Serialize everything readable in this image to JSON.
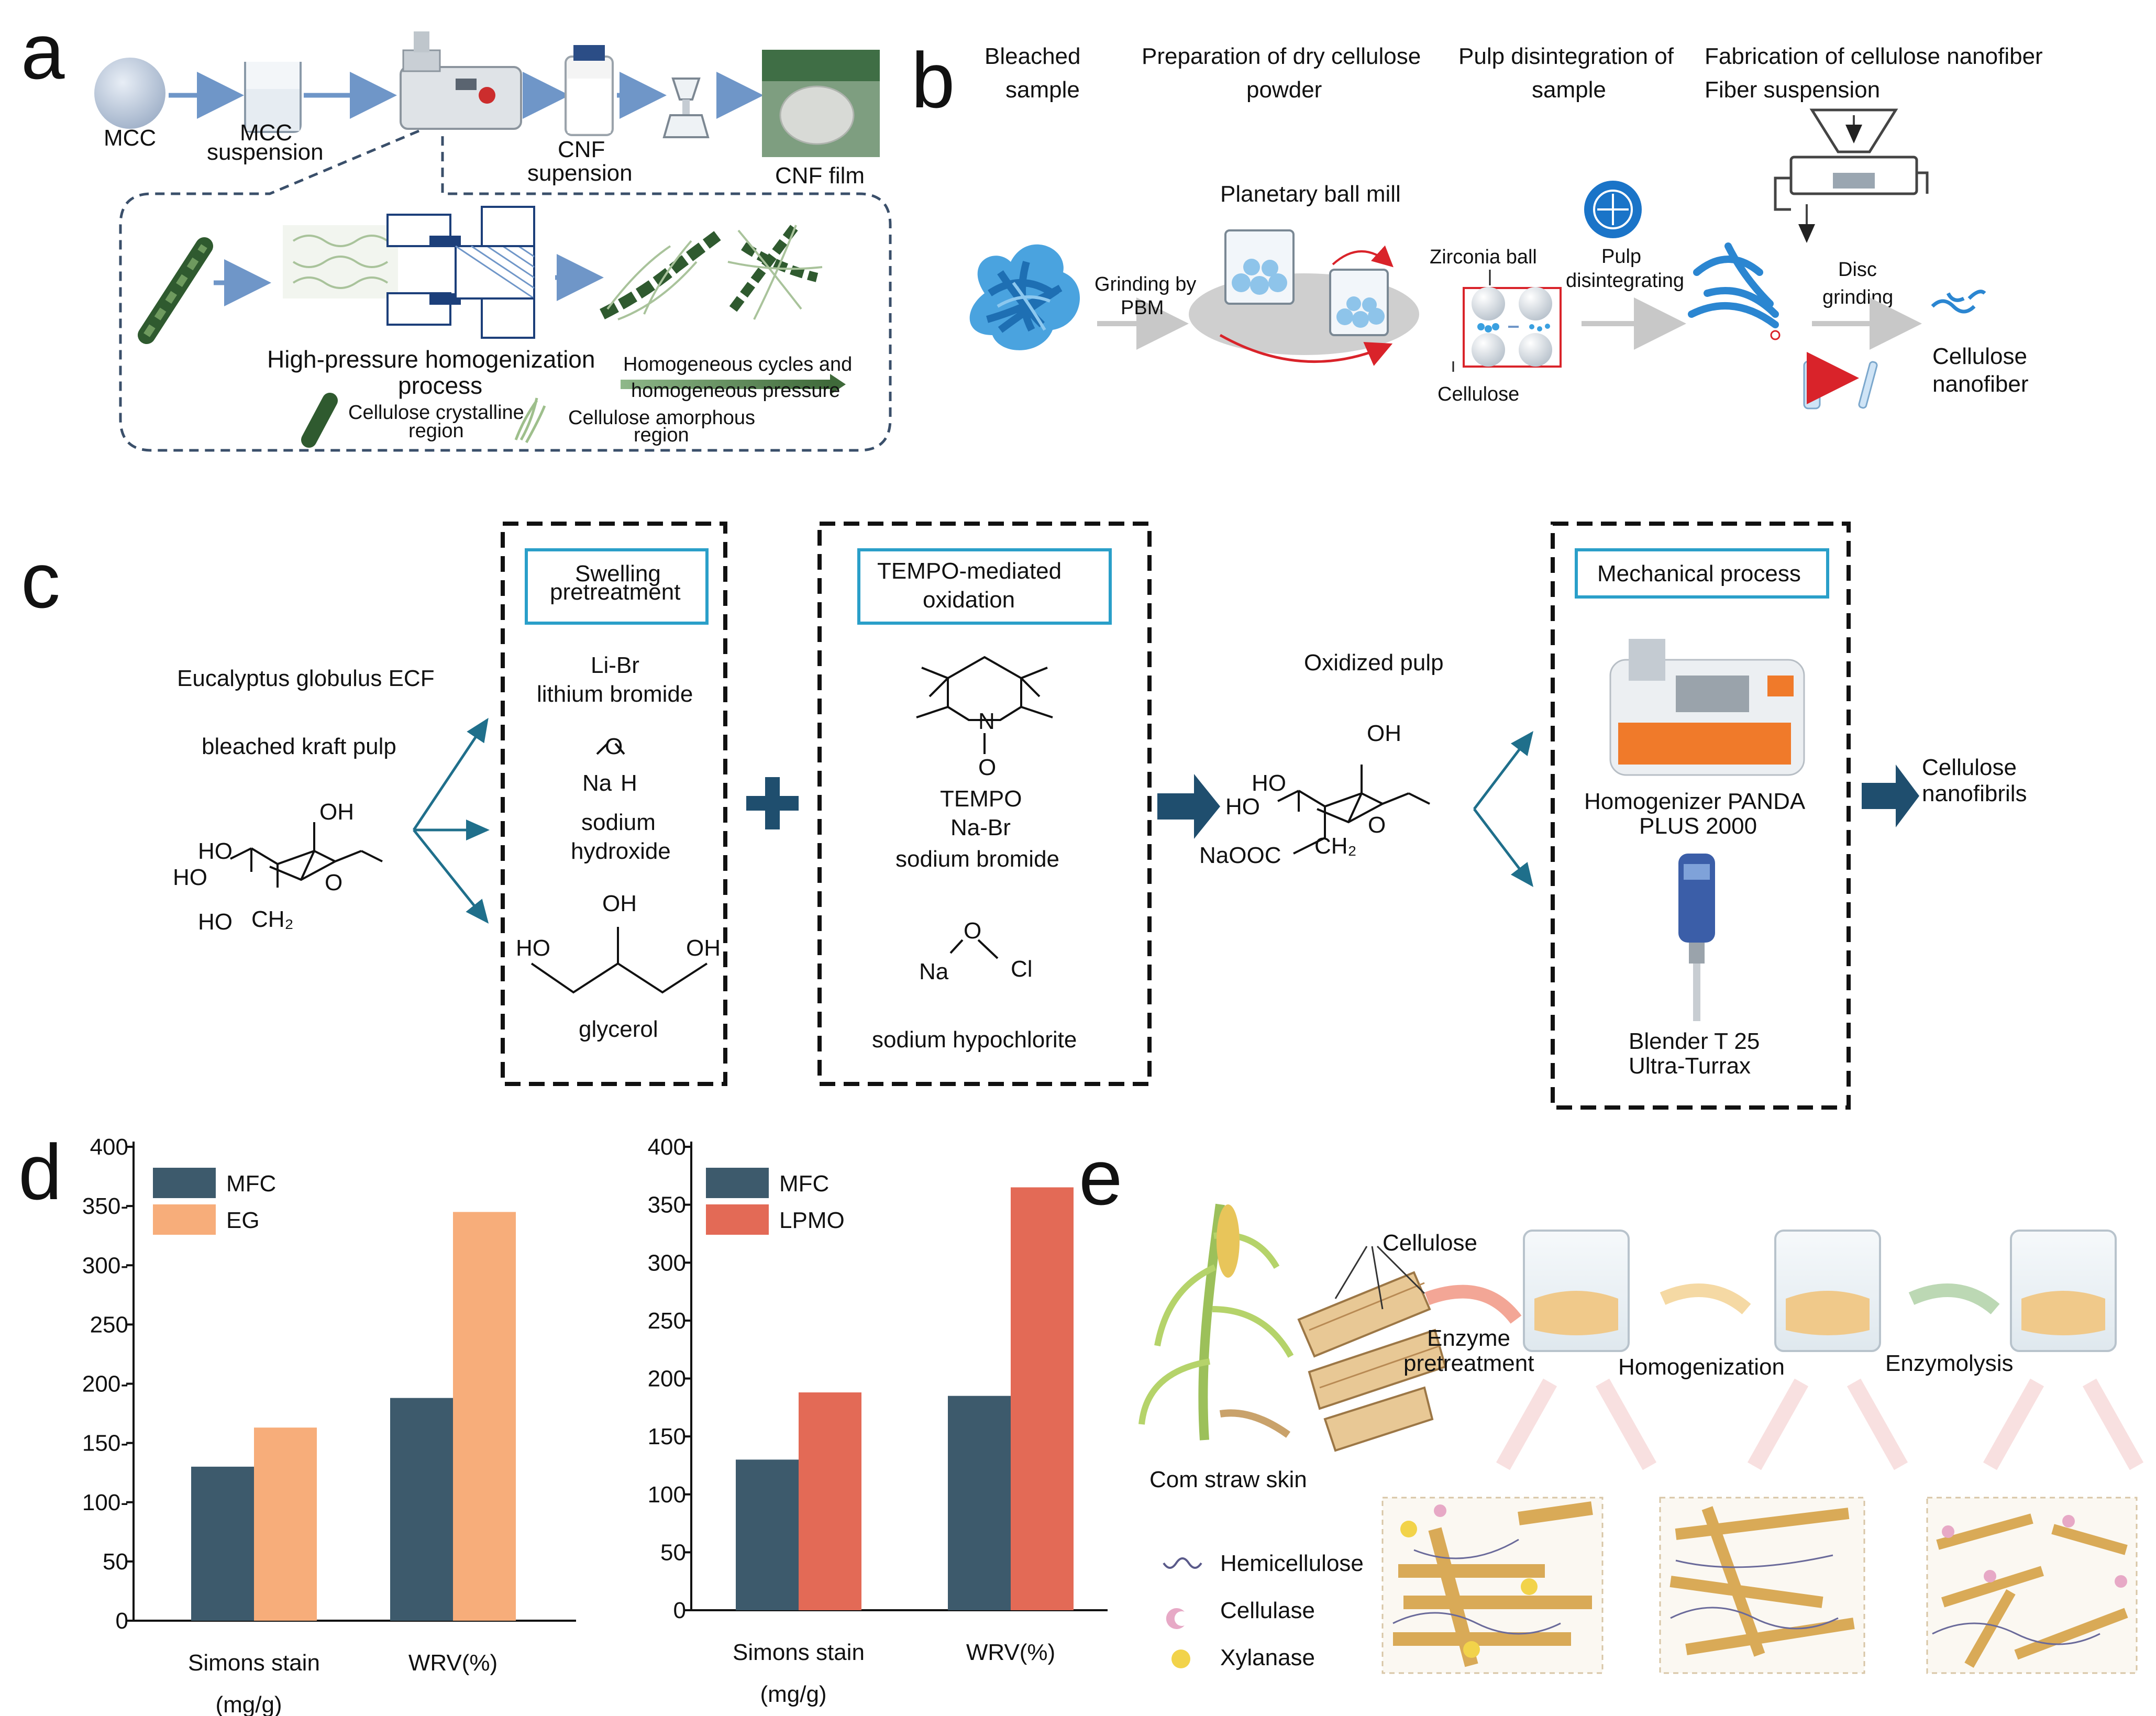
{
  "colors": {
    "mfc": "#3d5a6c",
    "eg": "#f7ad7a",
    "lpmo": "#e36a56",
    "navy_arrow": "#1f4e6e",
    "teal_line": "#1f6f8b",
    "box_border": "#2a9fc9",
    "arrow_blue": "#6f96c8",
    "red_box": "#d9232a",
    "green_arrow": "#5c7f55"
  },
  "panel_a": {
    "label": "a",
    "mcc": "MCC",
    "mcc_suspension_1": "MCC",
    "mcc_suspension_2": "suspension",
    "cnf_suspension_1": "CNF",
    "cnf_suspension_2": "supension",
    "cnf_film": "CNF film",
    "hp_process_1": "High-pressure homogenization",
    "hp_process_2": "process",
    "homog_cycles_1": "Homogeneous cycles and",
    "homog_cycles_2": "homogeneous pressure",
    "crystalline_1": "Cellulose crystalline",
    "crystalline_2": "region",
    "amorphous_1": "Cellulose amorphous",
    "amorphous_2": "region"
  },
  "panel_b": {
    "label": "b",
    "h1_1": "Bleached",
    "h1_2": "sample",
    "h2_1": "Preparation of dry cellulose",
    "h2_2": "powder",
    "h3_1": "Pulp disintegration of",
    "h3_2": "sample",
    "h4_1": "Fabrication of cellulose nanofiber",
    "h4_2": "Fiber suspension",
    "planetary": "Planetary ball mill",
    "grinding_1": "Grinding by",
    "grinding_2": "PBM",
    "zirconia": "Zirconia ball",
    "cellulose": "Cellulose",
    "pulp_1": "Pulp",
    "pulp_2": "disintegrating",
    "disc_1": "Disc",
    "disc_2": "grinding",
    "cnf_1": "Cellulose",
    "cnf_2": "nanofiber"
  },
  "panel_c": {
    "label": "c",
    "source_1": "Eucalyptus globulus ECF",
    "source_2": "bleached kraft pulp",
    "swelling_title_1": "Swelling",
    "swelling_title_2": "pretreatment",
    "libr_1": "Li-Br",
    "libr_2": "lithium bromide",
    "naoh_1": "sodium",
    "naoh_2": "hydroxide",
    "glycerol": "glycerol",
    "tempo_title_1": "TEMPO-mediated",
    "tempo_title_2": "oxidation",
    "tempo": "TEMPO",
    "nabr_1": "Na-Br",
    "nabr_2": "sodium bromide",
    "hypo": "sodium hypochlorite",
    "oxidized": "Oxidized pulp",
    "mech_title": "Mechanical process",
    "homogenizer_1": "Homogenizer PANDA",
    "homogenizer_2": "PLUS 2000",
    "blender_1": "Blender T 25",
    "blender_2": "Ultra-Turrax",
    "product_1": "Cellulose",
    "product_2": "nanofibrils",
    "chem": {
      "OH": "OH",
      "HO": "HO",
      "O": "O",
      "CH2": "CH₂",
      "N": "N",
      "Na": "Na",
      "H": "H",
      "Cl": "Cl",
      "NaOOC": "NaOOC"
    }
  },
  "panel_d": {
    "label": "d"
  },
  "panel_e": {
    "label": "e",
    "cellulose": "Cellulose",
    "enzyme_1": "Enzyme",
    "enzyme_2": "pretreatment",
    "homogenization": "Homogenization",
    "enzymolysis": "Enzymolysis",
    "corn": "Com straw skin",
    "legend_hemi": "Hemicellulose",
    "legend_cellulase": "Cellulase",
    "legend_xylanase": "Xylanase"
  },
  "chart_data": [
    {
      "type": "bar",
      "categories": [
        "Simons  stain",
        "WRV(%)"
      ],
      "category_sublabels": [
        "(mg/g)",
        ""
      ],
      "series": [
        {
          "name": "MFC",
          "values": [
            130,
            188
          ]
        },
        {
          "name": "EG",
          "values": [
            163,
            345
          ]
        }
      ],
      "ylim": [
        0,
        400
      ],
      "yticks": [
        0,
        50,
        100,
        150,
        200,
        250,
        300,
        350,
        400
      ],
      "ytick_labels": [
        "0",
        "50",
        "100-",
        "150-",
        "200-",
        "250",
        "300-",
        "350-",
        "400"
      ],
      "legend": "top-left",
      "grid": false
    },
    {
      "type": "bar",
      "categories": [
        "Simons  stain",
        "WRV(%)"
      ],
      "category_sublabels": [
        "(mg/g)",
        ""
      ],
      "series": [
        {
          "name": "MFC",
          "values": [
            130,
            185
          ]
        },
        {
          "name": "LPMO",
          "values": [
            188,
            365
          ]
        }
      ],
      "ylim": [
        0,
        400
      ],
      "yticks": [
        0,
        50,
        100,
        150,
        200,
        250,
        300,
        350,
        400
      ],
      "ytick_labels": [
        "0",
        "50",
        "100",
        "150",
        "200",
        "250",
        "300",
        "350",
        "400"
      ],
      "legend": "top-left",
      "grid": false
    }
  ]
}
